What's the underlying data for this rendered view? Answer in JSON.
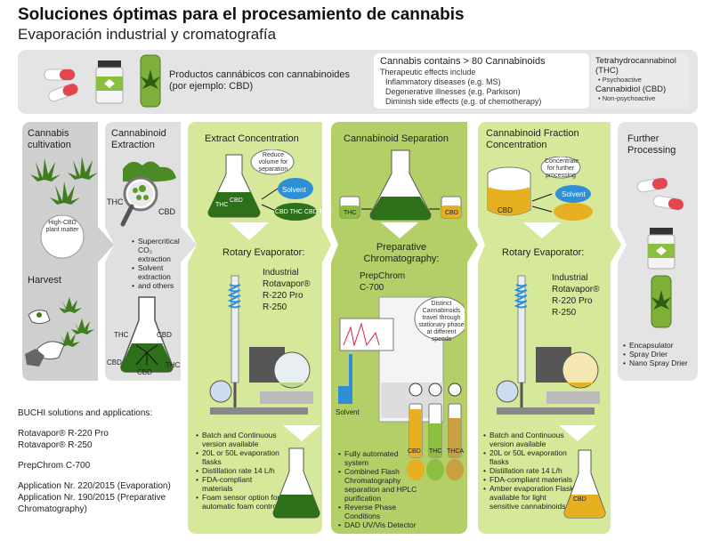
{
  "header": {
    "title": "Soluciones óptimas para el procesamiento de cannabis",
    "subtitle": "Evaporación industrial y cromatografía"
  },
  "top": {
    "products_line1": "Productos cannábicos con cannabinoides",
    "products_line2": "(por ejemplo: CBD)",
    "info_title": "Cannabis contains > 80 Cannabinoids",
    "info_sub": "Therapeutic effects include",
    "info_items": [
      "Inflammatory diseases (e.g. MS)",
      "Degenerative illnesses (e.g. Parkison)",
      "Diminish side effects (e.g. of chemotherapy)"
    ],
    "thc_title": "Tetrahydrocannabinol (THC)",
    "thc_item": "Psychoactive",
    "cbd_title": "Cannabidiol  (CBD)",
    "cbd_item": "Non-psychoactive"
  },
  "col1": {
    "head": "Cannabis cultivation",
    "bubble": "High-CBD plant matter",
    "harvest": "Harvest"
  },
  "col2": {
    "head": "Cannabinoid Extraction",
    "thc": "THC",
    "cbd": "CBD",
    "items": [
      "Supercritical CO₂ extraction",
      "Solvent extraction",
      "and others"
    ],
    "flask_thc1": "THC",
    "flask_cbd1": "CBD",
    "flask_cbd2": "CBD",
    "flask_thc2": "THC",
    "flask_cbd3": "CBD"
  },
  "col3": {
    "head": "Extract Concentration",
    "bubble": "Reduce volume for separation",
    "solvent": "Solvent",
    "rotary": "Rotary Evaporator:",
    "model_title": "Industrial Rotavapor®",
    "model_1": "R-220 Pro",
    "model_2": "R-250",
    "items": [
      "Batch and Continuous version available",
      "20L or 50L evaporation flasks",
      "Distillation rate 14 L/h",
      "FDA-compliant materials",
      "Foam sensor option for automatic foam control"
    ],
    "flask_thc": "THC",
    "flask_cbd": "CBD",
    "mix": "CBD THC CBD THC"
  },
  "col4": {
    "head": "Cannabinoid Separation",
    "thc": "THC",
    "cbd": "CBD",
    "prep_title": "Preparative Chromatography:",
    "model_title": "PrepChrom",
    "model_1": "C-700",
    "bubble": "Distinct Cannabinoids travel through stationary phase at different speeds",
    "solvent": "Solvent",
    "tube_1": "CBD",
    "tube_2": "THC",
    "tube_3": "THCA",
    "items": [
      "Fully automated system",
      "Combined Flash Chromatography separation and HPLC purification",
      "Reverse Phase Conditions",
      "DAD UV/Vis Detector"
    ]
  },
  "col5": {
    "head": "Cannabinoid Fraction Concentration",
    "bubble": "Concentrate for further processing",
    "cbd": "CBD",
    "solvent": "Solvent",
    "rotary": "Rotary Evaporator:",
    "model_title": "Industrial Rotavapor®",
    "model_1": "R-220 Pro",
    "model_2": "R-250",
    "items": [
      "Batch and Continuous version available",
      "20L or 50L evaporation flasks",
      "Distillation rate 14 L/h",
      "FDA-compliant materials",
      "Amber evaporation Flask available for light sensitive cannabinoids"
    ],
    "flask_cbd": "CBD"
  },
  "col6": {
    "head": "Further Processing",
    "items": [
      "Encapsulator",
      "Spray Drier",
      "Nano Spray Drier"
    ]
  },
  "buchi": {
    "title": "BUCHI solutions and applications:",
    "r220": "Rotavapor® R-220 Pro",
    "r250": "Rotavapor® R-250",
    "prep": "PrepChrom C-700",
    "app1": "Application Nr. 220/2015 (Evaporation)",
    "app2": "Application Nr. 190/2015 (Preparative Chromatography)"
  },
  "colors": {
    "grey_panel": "#d3d3d3",
    "light_green": "#d6e89a",
    "mid_green": "#b2cd64",
    "leaf_green": "#3f7d1f",
    "flask_green": "#3a6b1c",
    "amber": "#e6b020",
    "solvent_blue": "#2f8fd6"
  }
}
